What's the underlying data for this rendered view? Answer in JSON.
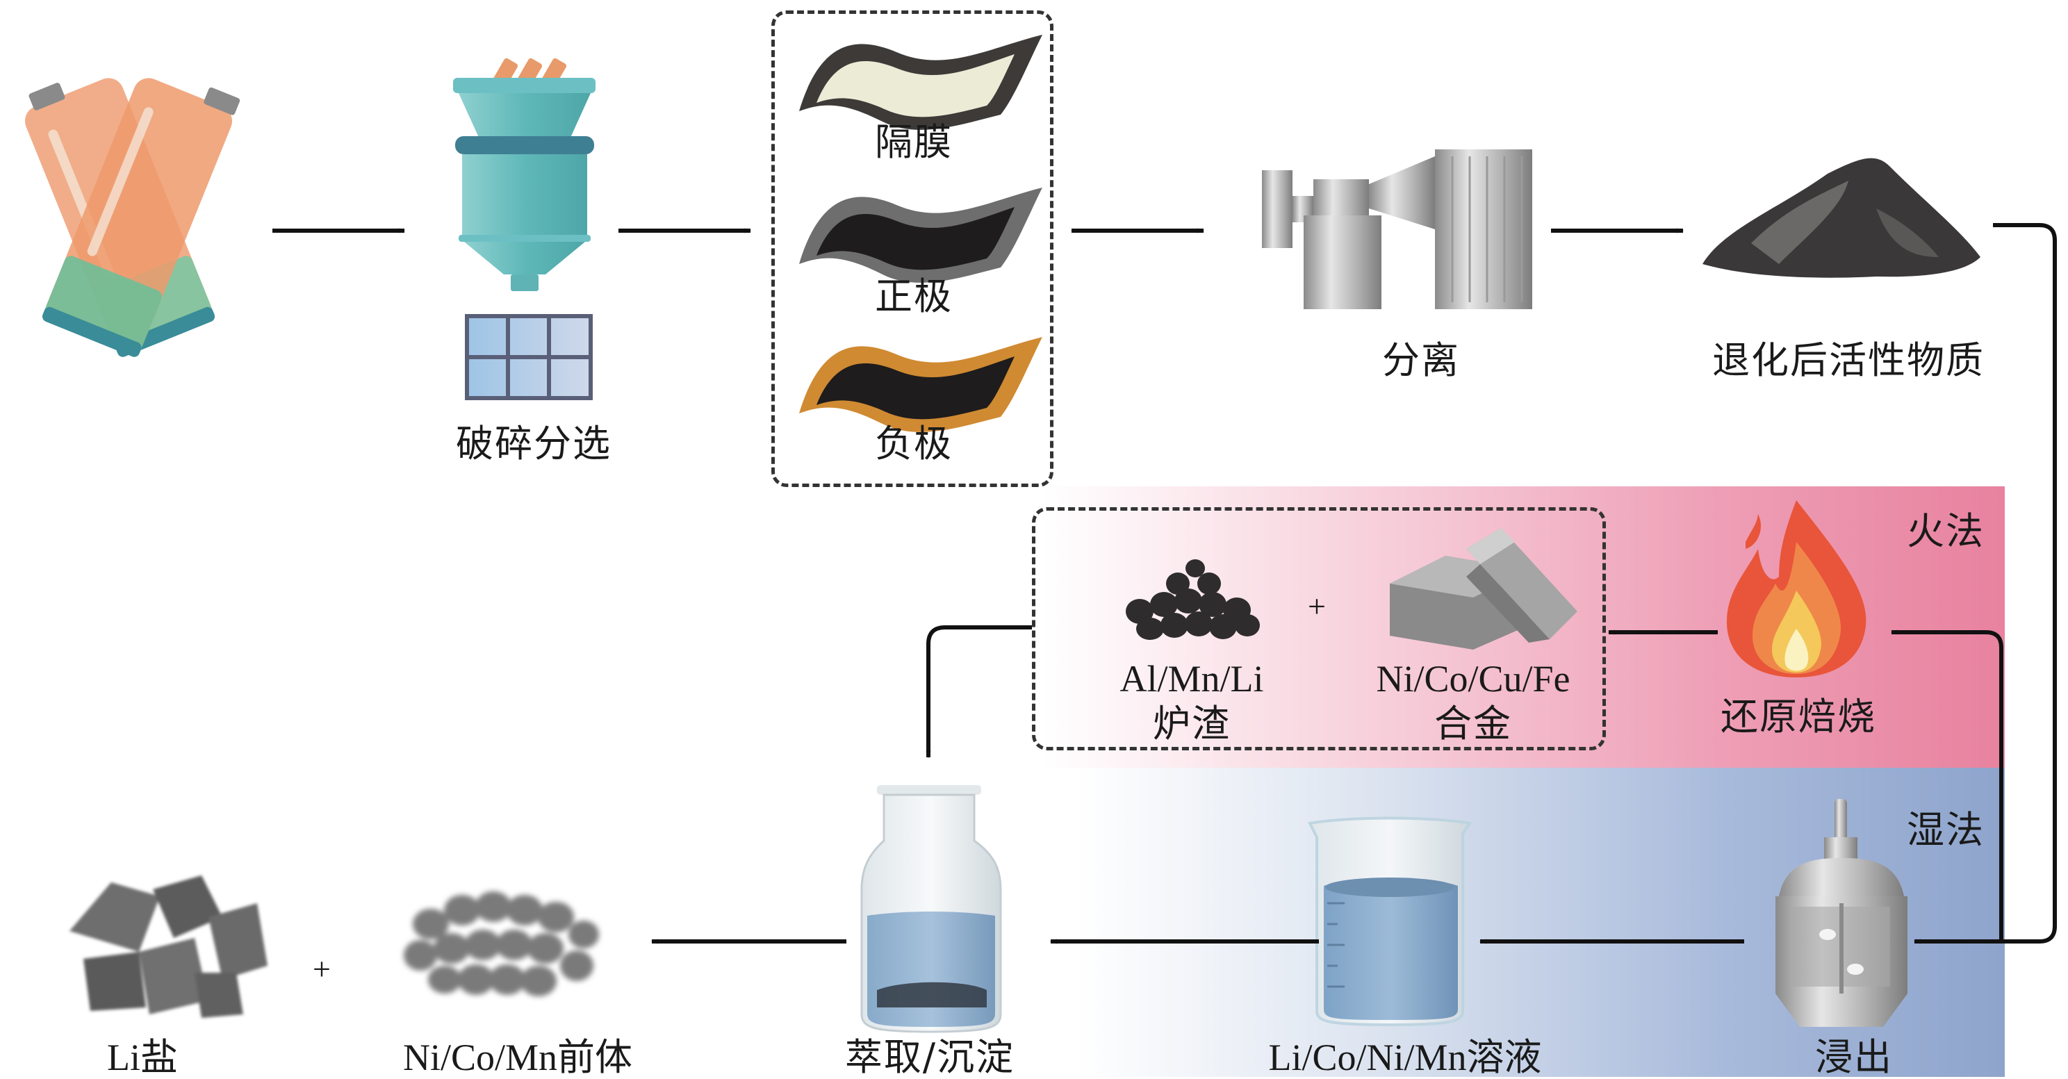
{
  "diagram": {
    "title": "废旧锂离子电池回收流程",
    "steps": {
      "battery": {
        "label": ""
      },
      "crushing": {
        "label": "破碎分选"
      },
      "components": {
        "items": [
          "隔膜",
          "正极",
          "负极"
        ]
      },
      "separation": {
        "label": "分离"
      },
      "degraded_material": {
        "label": "退化后活性物质"
      },
      "reduction_roasting": {
        "label": "还原焙烧"
      },
      "slag": {
        "line1": "Al/Mn/Li",
        "line2": "炉渣"
      },
      "alloy": {
        "line1": "Ni/Co/Cu/Fe",
        "line2": "合金"
      },
      "leaching": {
        "label": "浸出"
      },
      "solution": {
        "label": "Li/Co/Ni/Mn溶液"
      },
      "extraction": {
        "label": "萃取/沉淀"
      },
      "precursor": {
        "label": "Ni/Co/Mn前体"
      },
      "li_salt": {
        "label": "Li盐"
      }
    },
    "plus_sign": "+",
    "zones": {
      "pyro": {
        "label": "火法",
        "color": "#e8829f"
      },
      "hydro": {
        "label": "湿法",
        "color": "#8ea4cc"
      }
    },
    "flow": [
      "battery -> crushing",
      "crushing -> components",
      "components -> separation",
      "separation -> degraded_material",
      "degraded_material -> reduction_roasting",
      "degraded_material -> leaching",
      "reduction_roasting -> slag+alloy",
      "slag+alloy -> extraction",
      "leaching -> solution",
      "solution -> extraction",
      "extraction -> precursor+li_salt"
    ]
  }
}
